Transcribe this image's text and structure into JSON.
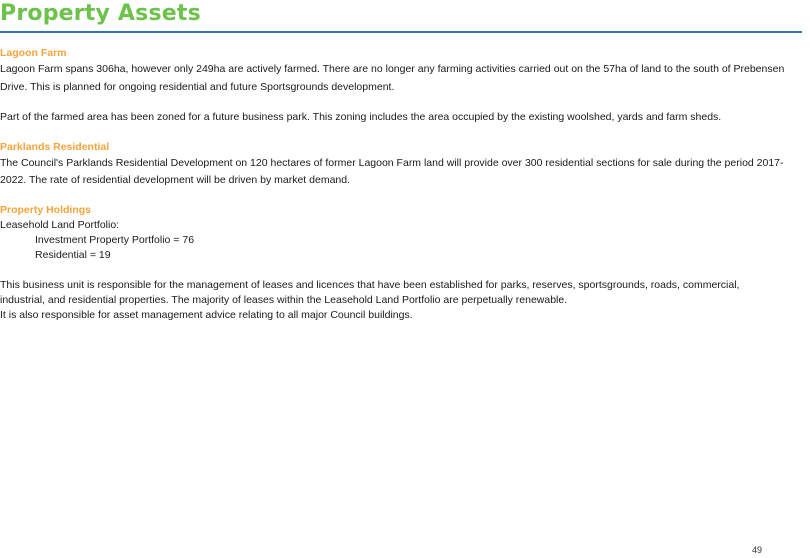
{
  "page": {
    "title": "Property Assets",
    "page_number": "49",
    "colors": {
      "title": "#6cc24a",
      "rule": "#2e75b6",
      "heading": "#f5a33a"
    }
  },
  "sections": {
    "lagoon_farm": {
      "heading": "Lagoon Farm",
      "para1": "Lagoon Farm spans 306ha, however only 249ha are actively farmed. There are no longer any farming activities carried out on the 57ha of land to the south of Prebensen Drive. This is planned for ongoing residential and future Sportsgrounds development.",
      "para2": "Part of the farmed area has been zoned for a future business park. This zoning includes the area occupied by the existing woolshed, yards and farm sheds."
    },
    "parklands": {
      "heading": "Parklands Residential",
      "para1": "The Council's Parklands Residential Development on 120 hectares of former Lagoon Farm land will provide over 300 residential sections for sale during the period 2017-2022. The rate of residential development will be driven by market demand."
    },
    "holdings": {
      "heading": "Property Holdings",
      "portfolio_label": "Leasehold Land Portfolio:",
      "investment": "Investment Property Portfolio = 76",
      "residential": "Residential = 19",
      "line1": "This business unit is responsible for the management of leases and licences that have been established for parks, reserves, sportsgrounds, roads, commercial,",
      "line2": "industrial, and residential properties. The majority of leases within the Leasehold Land Portfolio are perpetually renewable.",
      "line3": "It is also responsible for asset management advice relating to all major Council buildings."
    }
  }
}
